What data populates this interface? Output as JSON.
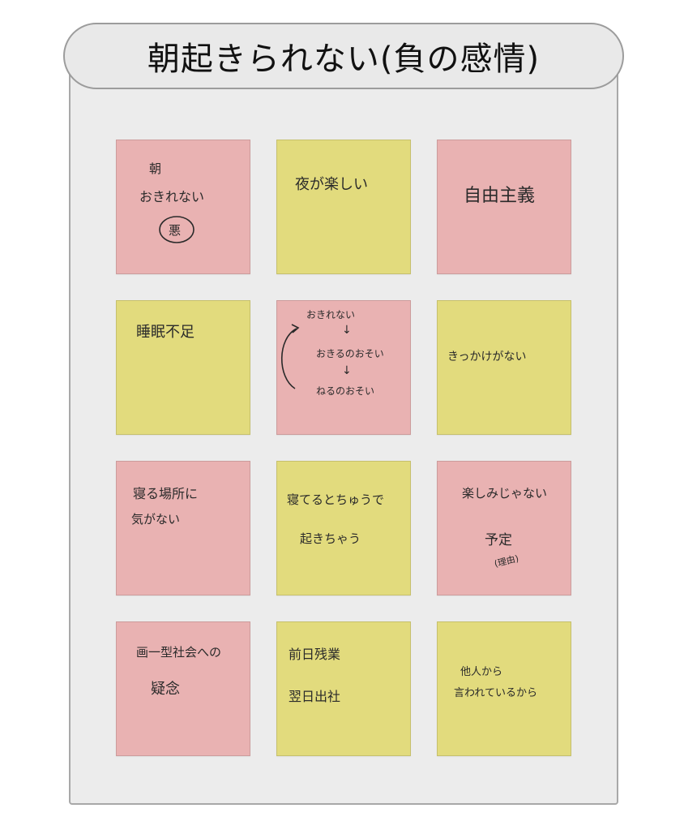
{
  "board": {
    "title": "朝起きられない(負の感情)"
  },
  "notes": [
    {
      "color": "pink",
      "lines": [
        "朝",
        "おきれない",
        "悪"
      ]
    },
    {
      "color": "yellow",
      "lines": [
        "夜が楽しい"
      ]
    },
    {
      "color": "pink",
      "lines": [
        "自由主義"
      ]
    },
    {
      "color": "yellow",
      "lines": [
        "睡眠不足"
      ]
    },
    {
      "color": "pink",
      "lines": [
        "おきれない",
        "↓",
        "おきるのおそい",
        "↓",
        "ねるのおそい"
      ]
    },
    {
      "color": "yellow",
      "lines": [
        "きっかけがない"
      ]
    },
    {
      "color": "pink",
      "lines": [
        "寝る場所に",
        "気がない"
      ]
    },
    {
      "color": "yellow",
      "lines": [
        "寝てるとちゅうで",
        "起きちゃう"
      ]
    },
    {
      "color": "pink",
      "lines": [
        "楽しみじゃない",
        "予定",
        "(理由)"
      ]
    },
    {
      "color": "pink",
      "lines": [
        "画一型社会への",
        "疑念"
      ]
    },
    {
      "color": "yellow",
      "lines": [
        "前日残業",
        "翌日出社"
      ]
    },
    {
      "color": "yellow",
      "lines": [
        "他人から",
        "言われているから"
      ]
    }
  ]
}
